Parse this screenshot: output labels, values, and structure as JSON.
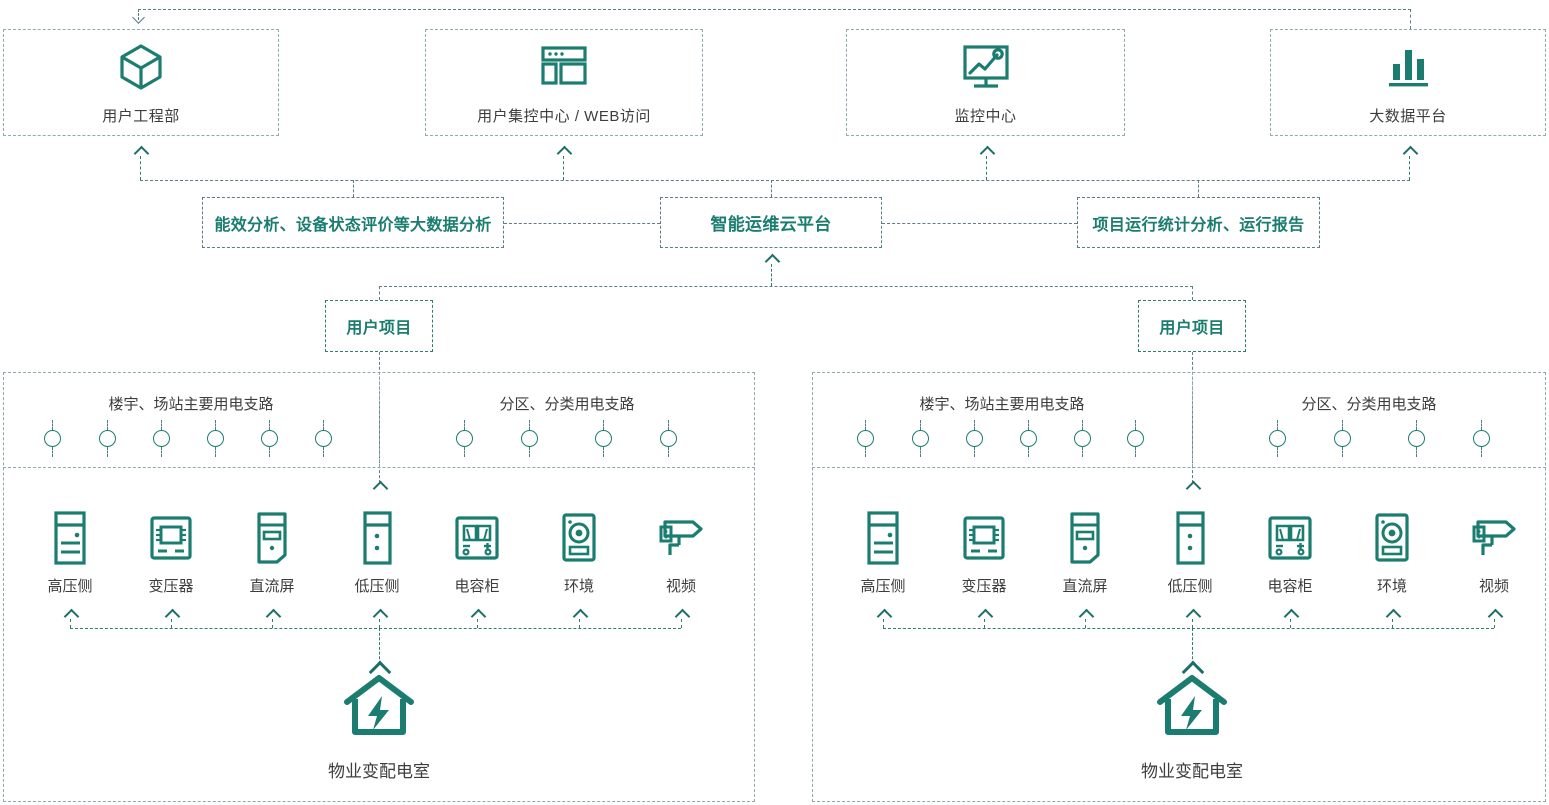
{
  "colors": {
    "teal": "#1b7d70",
    "icon": "#1b7d70",
    "dash": "#5b7d86",
    "dash_light": "#8fa9b0",
    "text": "#3d3d3d"
  },
  "top_cards": [
    {
      "label": "用户工程部",
      "icon": "cube-icon"
    },
    {
      "label": "用户集控中心 / WEB访问",
      "icon": "browser-window-icon"
    },
    {
      "label": "监控中心",
      "icon": "monitor-chart-icon"
    },
    {
      "label": "大数据平台",
      "icon": "bar-chart-icon"
    }
  ],
  "middle_row": {
    "left_analytics": "能效分析、设备状态评价等大数据分析",
    "cloud_platform": "智能运维云平台",
    "right_analytics": "项目运行统计分析、运行报告"
  },
  "project_boxes": [
    {
      "label": "用户项目"
    },
    {
      "label": "用户项目"
    }
  ],
  "panels": [
    {
      "branch_groups": [
        {
          "title": "楼宇、场站主要用电支路",
          "breaker_count": 6
        },
        {
          "title": "分区、分类用电支路",
          "breaker_count": 4
        }
      ],
      "devices": [
        {
          "label": "高压侧",
          "icon": "hv-cabinet-icon"
        },
        {
          "label": "变压器",
          "icon": "transformer-icon"
        },
        {
          "label": "直流屏",
          "icon": "dc-panel-icon"
        },
        {
          "label": "低压侧",
          "icon": "lv-cabinet-icon"
        },
        {
          "label": "电容柜",
          "icon": "capacitor-cabinet-icon"
        },
        {
          "label": "环境",
          "icon": "environment-sensor-icon"
        },
        {
          "label": "视频",
          "icon": "cctv-camera-icon"
        }
      ],
      "source": {
        "label": "物业变配电室",
        "icon": "house-power-icon"
      }
    },
    {
      "branch_groups": [
        {
          "title": "楼宇、场站主要用电支路",
          "breaker_count": 6
        },
        {
          "title": "分区、分类用电支路",
          "breaker_count": 4
        }
      ],
      "devices": [
        {
          "label": "高压侧",
          "icon": "hv-cabinet-icon"
        },
        {
          "label": "变压器",
          "icon": "transformer-icon"
        },
        {
          "label": "直流屏",
          "icon": "dc-panel-icon"
        },
        {
          "label": "低压侧",
          "icon": "lv-cabinet-icon"
        },
        {
          "label": "电容柜",
          "icon": "capacitor-cabinet-icon"
        },
        {
          "label": "环境",
          "icon": "environment-sensor-icon"
        },
        {
          "label": "视频",
          "icon": "cctv-camera-icon"
        }
      ],
      "source": {
        "label": "物业变配电室",
        "icon": "house-power-icon"
      }
    }
  ]
}
